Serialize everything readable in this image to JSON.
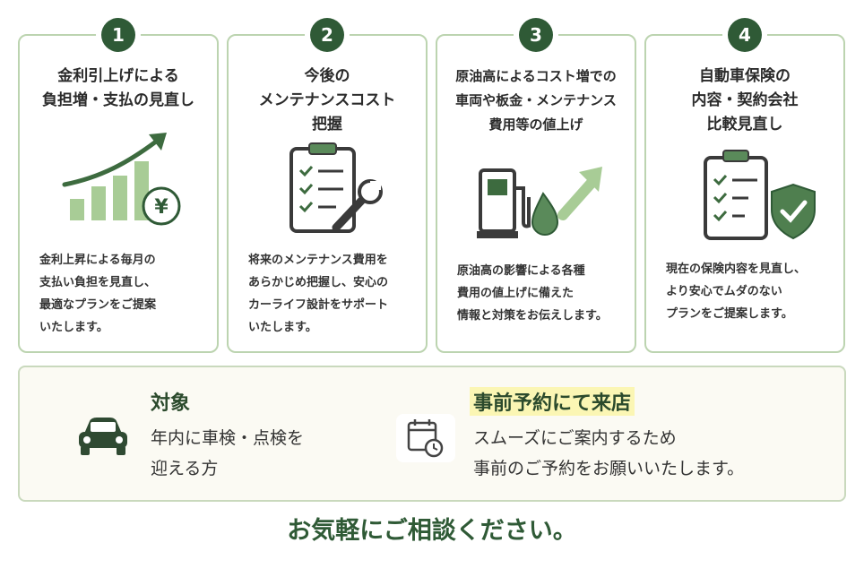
{
  "cards": [
    {
      "number": "1",
      "title": "金利引上げによる\n負担増・支払の見直し",
      "icon": "rising-bar-chart-yen-icon",
      "description": "金利上昇による毎月の\n支払い負担を見直し、\n最適なプランをご提案\nいたします。"
    },
    {
      "number": "2",
      "title": "今後の\nメンテナンスコスト\n把握",
      "icon": "clipboard-wrench-icon",
      "description": "将来のメンテナンス費用を\nあらかじめ把握し、安心の\nカーライフ設計をサポート\nいたします。"
    },
    {
      "number": "3",
      "title": "原油高によるコスト増での\n車両や板金・メンテナンス\n費用等の値上げ",
      "icon": "fuel-pump-oil-drop-arrow-icon",
      "description": "原油高の影響による各種\n費用の値上げに備えた\n情報と対策をお伝えします。"
    },
    {
      "number": "4",
      "title": "自動車保険の\n内容・契約会社\n比較見直し",
      "icon": "clipboard-shield-icon",
      "description": "現在の保険内容を見直し、\nより安心でムダのない\nプランをご提案します。"
    }
  ],
  "target": {
    "title": "対象",
    "text": "年内に車検・点検を\n迎える方",
    "icon": "car-icon"
  },
  "reservation": {
    "title": "事前予約にて来店",
    "text": "スムーズにご案内するため\n事前のご予約をお願いいたします。",
    "icon": "calendar-clock-icon"
  },
  "footer": "お気軽にご相談ください。",
  "colors": {
    "accent_dark": "#2f5a36",
    "accent_light": "#7fb069",
    "border": "#bcd4b0",
    "highlight": "#fbf6b4"
  }
}
